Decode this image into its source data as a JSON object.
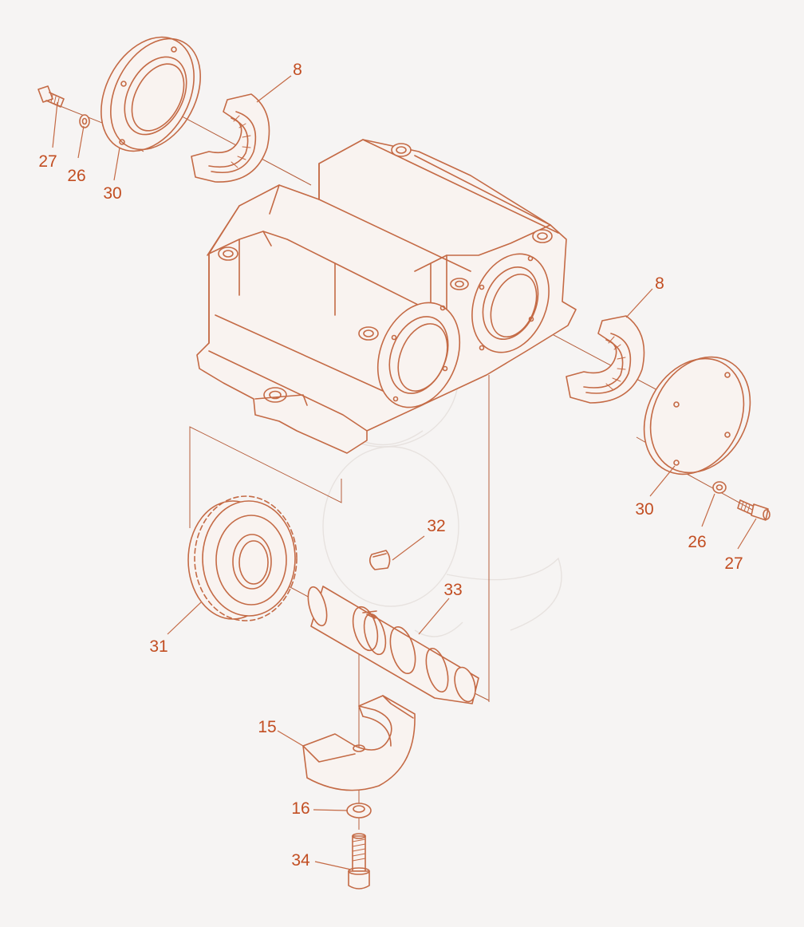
{
  "diagram": {
    "callouts": [
      {
        "id": "c27a",
        "text": "27"
      },
      {
        "id": "c26a",
        "text": "26"
      },
      {
        "id": "c30a",
        "text": "30"
      },
      {
        "id": "c8a",
        "text": "8"
      },
      {
        "id": "c8b",
        "text": "8"
      },
      {
        "id": "c30b",
        "text": "30"
      },
      {
        "id": "c26b",
        "text": "26"
      },
      {
        "id": "c27b",
        "text": "27"
      },
      {
        "id": "c32",
        "text": "32"
      },
      {
        "id": "c33",
        "text": "33"
      },
      {
        "id": "c31",
        "text": "31"
      },
      {
        "id": "c15",
        "text": "15"
      },
      {
        "id": "c16",
        "text": "16"
      },
      {
        "id": "c34",
        "text": "34"
      }
    ],
    "colors": {
      "line": "#c46a45",
      "label": "#c24e22",
      "background": "#f6f4f3",
      "watermark": "#e7e2df"
    }
  }
}
